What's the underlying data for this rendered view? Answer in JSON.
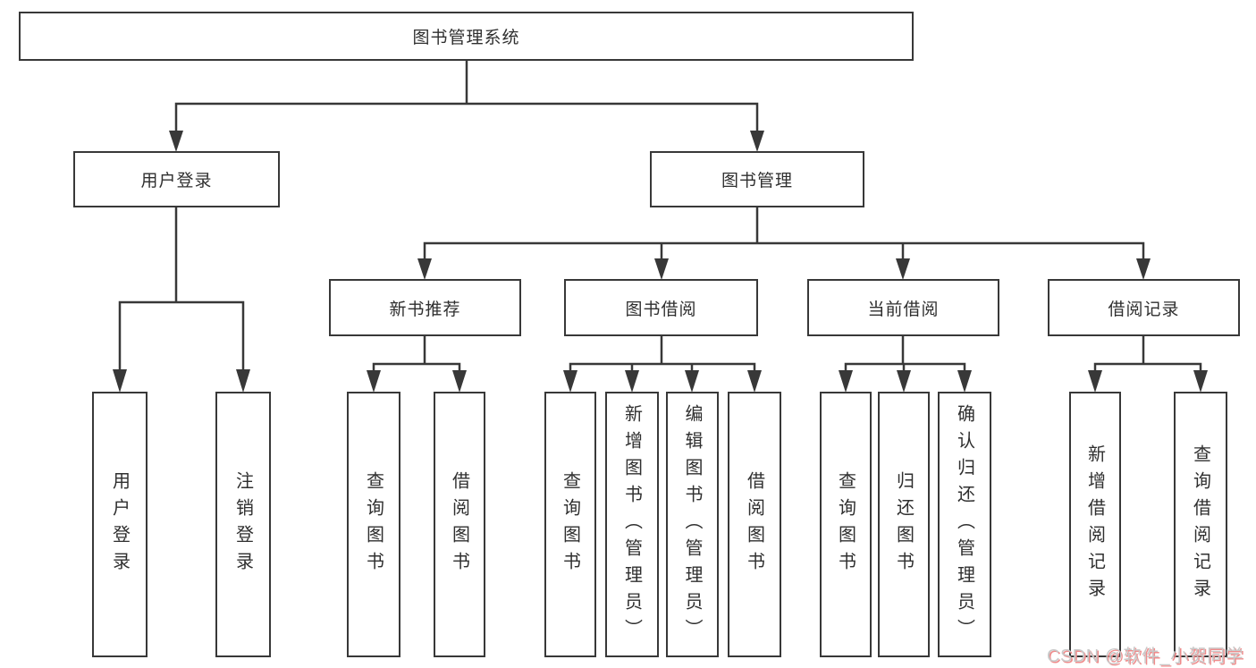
{
  "tree": {
    "label": "图书管理系统",
    "children": [
      {
        "label": "用户登录",
        "children": [
          {
            "label": "用户登录"
          },
          {
            "label": "注销登录"
          }
        ]
      },
      {
        "label": "图书管理",
        "children": [
          {
            "label": "新书推荐",
            "children": [
              {
                "label": "查询图书"
              },
              {
                "label": "借阅图书"
              }
            ]
          },
          {
            "label": "图书借阅",
            "children": [
              {
                "label": "查询图书"
              },
              {
                "label": "新增图书（管理员）"
              },
              {
                "label": "编辑图书（管理员）"
              },
              {
                "label": "借阅图书"
              }
            ]
          },
          {
            "label": "当前借阅",
            "children": [
              {
                "label": "查询图书"
              },
              {
                "label": "归还图书"
              },
              {
                "label": "确认归还（管理员）"
              }
            ]
          },
          {
            "label": "借阅记录",
            "children": [
              {
                "label": "新增借阅记录"
              },
              {
                "label": "查询借阅记录"
              }
            ]
          }
        ]
      }
    ]
  },
  "watermark": {
    "text": "CSDN @软件_小贺同学"
  },
  "colors": {
    "line": "#383838",
    "text": "#2f2f2f",
    "background": "#ffffff",
    "watermark_text": "#c8c8c8",
    "watermark_shadow": "#ef8c8c"
  }
}
